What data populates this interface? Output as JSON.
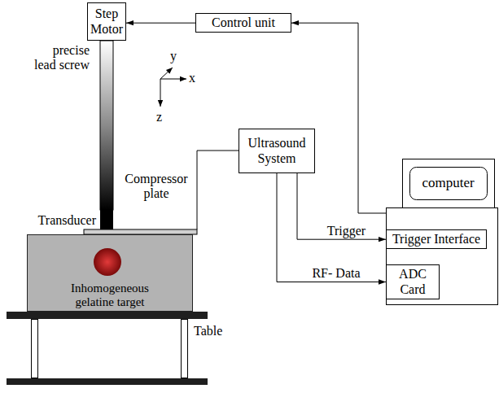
{
  "diagram": {
    "nodes": [
      {
        "text": [
          "Step Motor"
        ]
      },
      {
        "text": [
          "Control unit"
        ]
      },
      {
        "text": [
          "Ultrasound System"
        ]
      },
      {
        "text": [
          "computer"
        ]
      },
      {
        "text": [
          "Trigger Interface"
        ],
        "in": 3
      },
      {
        "text": [
          "ADC Card"
        ],
        "in": 3
      },
      {
        "text": [
          "Inhomogeneous gelatine target"
        ]
      }
    ],
    "edges": [
      {
        "from": 1,
        "to": 0,
        "arrow": "to"
      },
      {
        "from": 3,
        "to": 1,
        "arrow": "to"
      },
      {
        "from": 2,
        "to": 4,
        "label": "Trigger",
        "arrow": "to"
      },
      {
        "from": 2,
        "to": 5,
        "label": "RF- Data",
        "arrow": "to"
      }
    ],
    "labels": [
      "precise lead screw",
      "y",
      "x",
      "z",
      "Compressor plate",
      "Transducer",
      "Table"
    ]
  }
}
